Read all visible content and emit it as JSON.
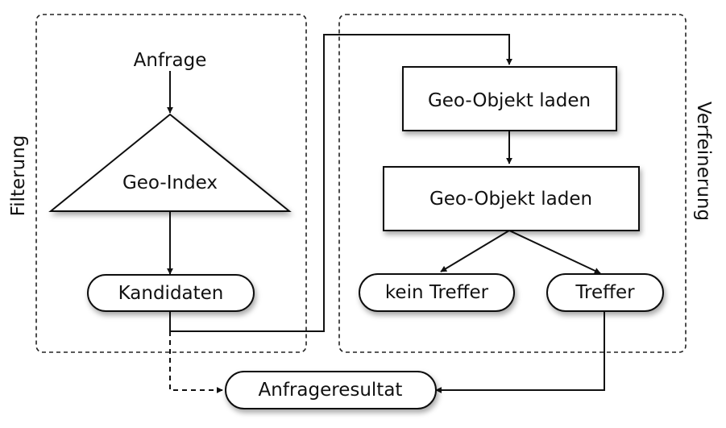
{
  "left_region": {
    "label": "Filterung"
  },
  "right_region": {
    "label": "Verfeinerung"
  },
  "nodes": {
    "query": "Anfrage",
    "geo_index": "Geo-Index",
    "candidates": "Kandidaten",
    "load_1": "Geo-Objekt laden",
    "load_2": "Geo-Objekt laden",
    "no_hit": "kein Treffer",
    "hit": "Treffer",
    "result": "Anfrageresultat"
  }
}
